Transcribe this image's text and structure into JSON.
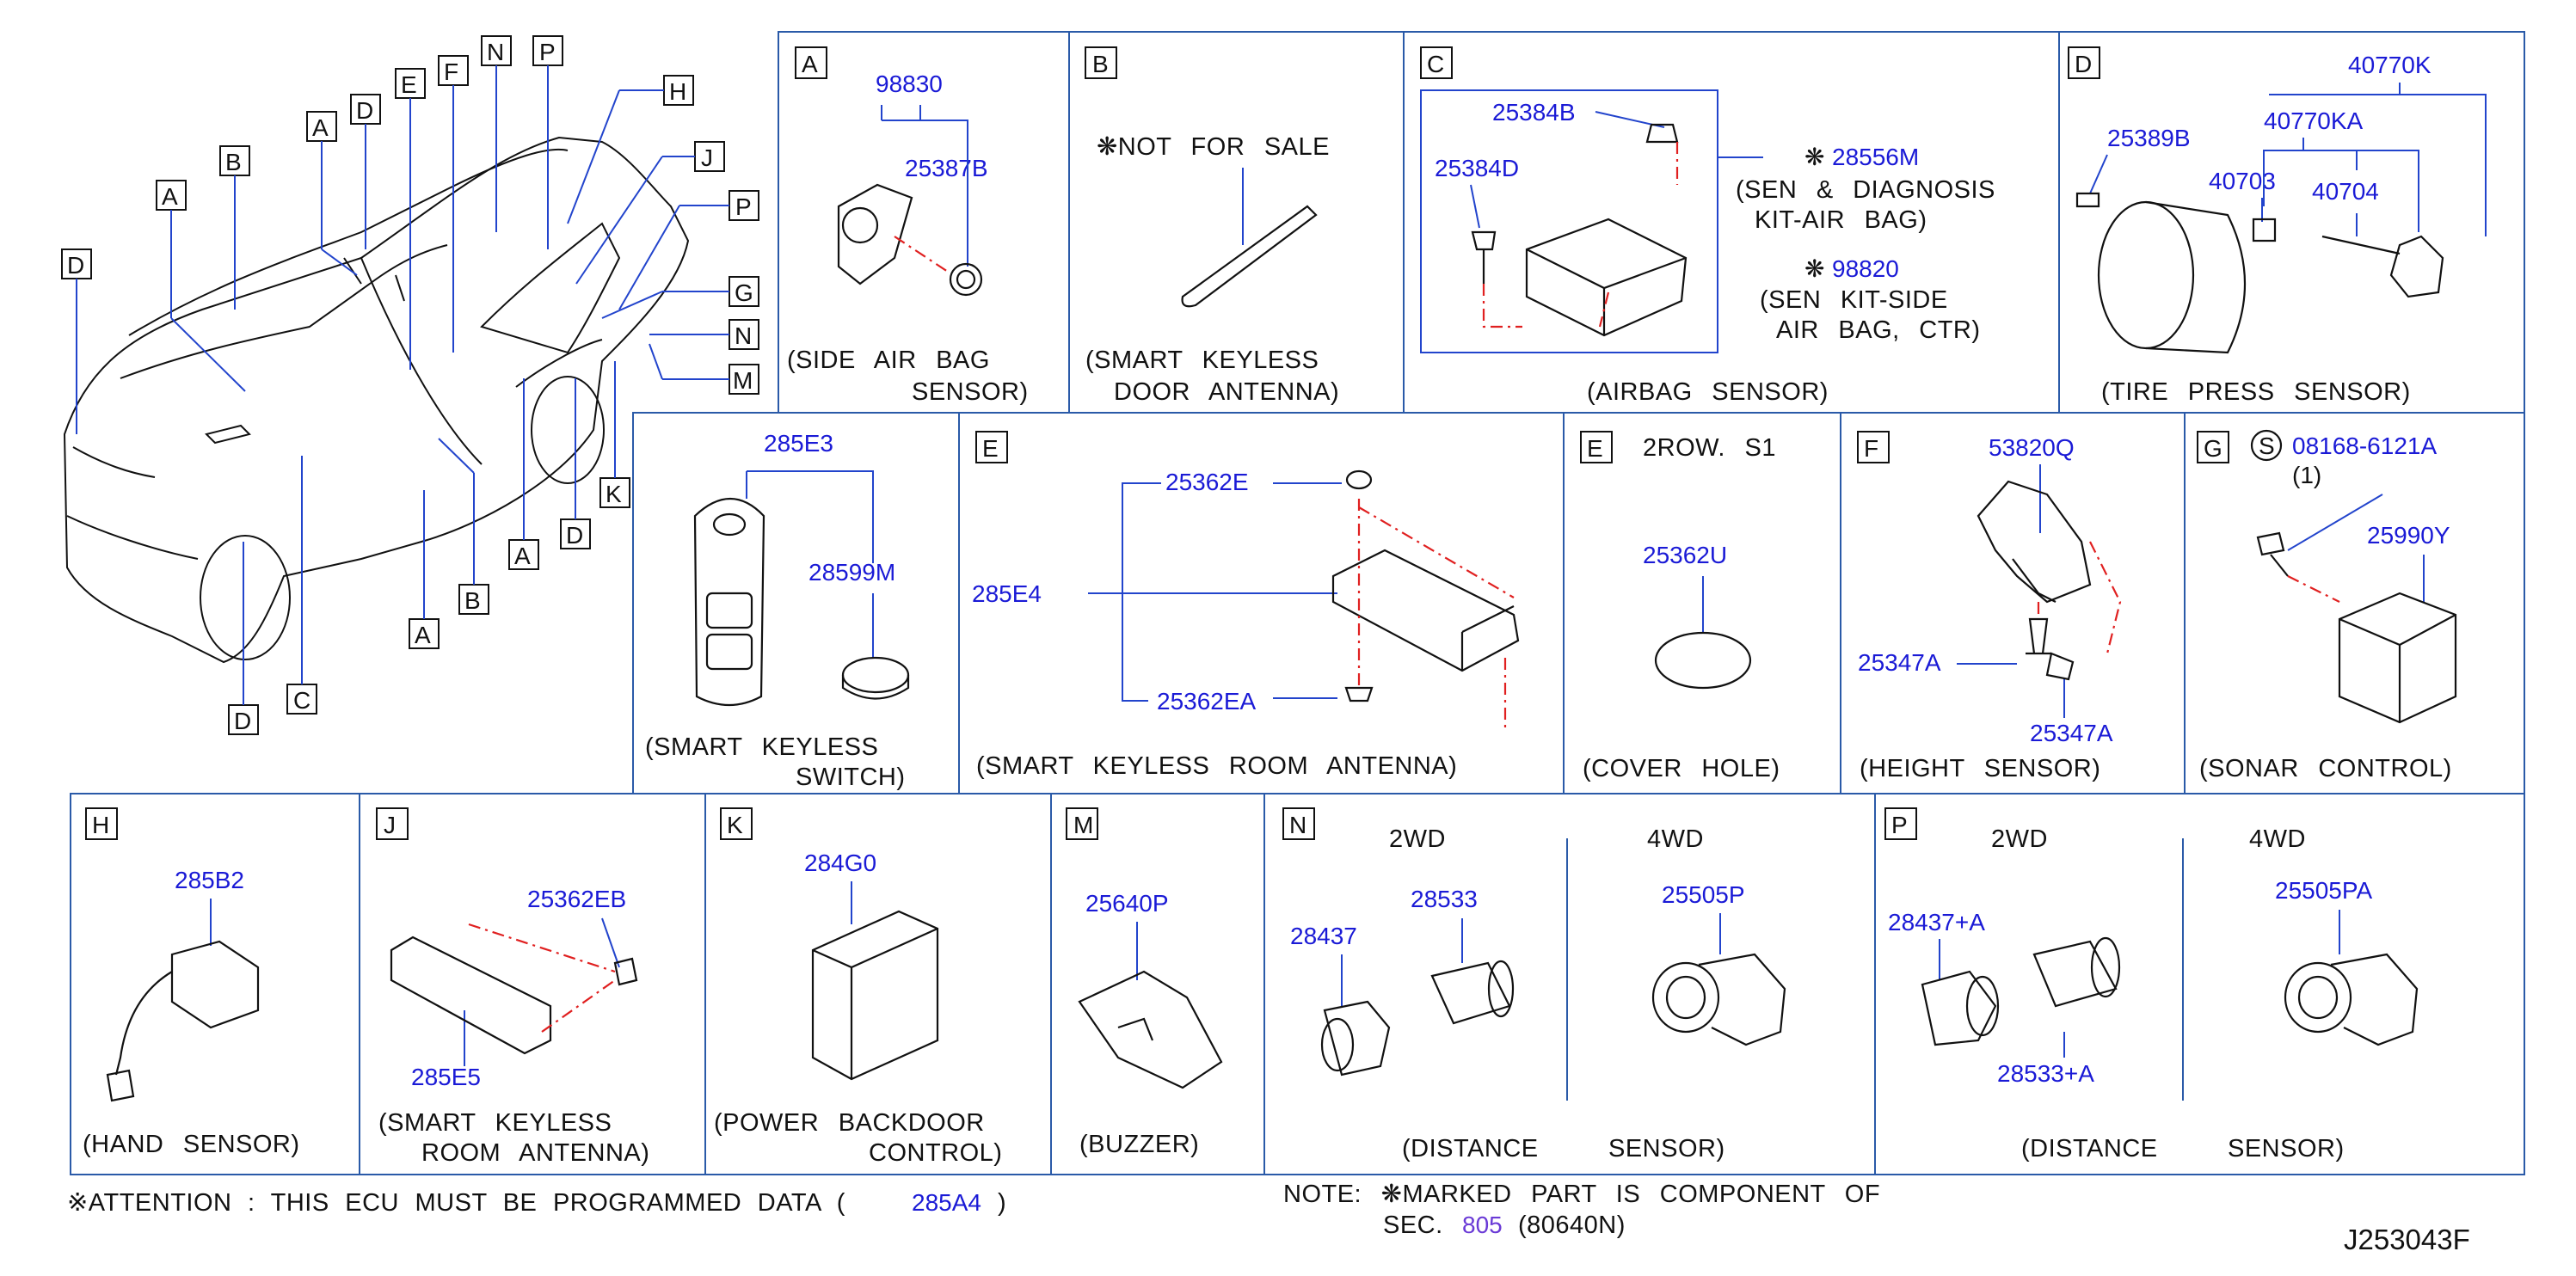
{
  "colors": {
    "part_number": "#1a1ad6",
    "cell_border": "#2a5aa8",
    "leader": "#2244cc",
    "dash": "#e02020"
  },
  "overview": {
    "callouts": [
      "D",
      "A",
      "B",
      "A",
      "D",
      "E",
      "F",
      "N",
      "P",
      "H",
      "J",
      "P",
      "G",
      "N",
      "M",
      "K",
      "D",
      "A",
      "B",
      "A",
      "D",
      "C"
    ]
  },
  "sections": {
    "A": {
      "letter": "A",
      "parts": [
        "98830",
        "25387B"
      ],
      "caption1": "(SIDE  AIR  BAG",
      "caption2": "SENSOR)"
    },
    "B": {
      "letter": "B",
      "note": "❋NOT  FOR  SALE",
      "caption1": "(SMART  KEYLESS",
      "caption2": "DOOR  ANTENNA)"
    },
    "C": {
      "letter": "C",
      "parts": [
        "25384B",
        "25384D",
        "28556M",
        "98820"
      ],
      "mark1": "❋",
      "mark2": "❋",
      "text1": "(SEN  &  DIAGNOSIS",
      "text2": "KIT-AIR  BAG)",
      "text3": "(SEN  KIT-SIDE",
      "text4": "AIR  BAG,  CTR)",
      "caption1": "(AIRBAG  SENSOR)"
    },
    "D": {
      "letter": "D",
      "parts": [
        "40770K",
        "25389B",
        "40770KA",
        "40703",
        "40704"
      ],
      "caption1": "(TIRE  PRESS  SENSOR)"
    },
    "SW": {
      "parts": [
        "285E3",
        "28599M"
      ],
      "caption1": "(SMART  KEYLESS",
      "caption2": "SWITCH)"
    },
    "E": {
      "letter": "E",
      "parts": [
        "25362E",
        "285E4",
        "25362EA"
      ],
      "caption1": "(SMART  KEYLESS  ROOM  ANTENNA)"
    },
    "E2": {
      "letter": "E",
      "note": "2ROW.  S1",
      "parts": [
        "25362U"
      ],
      "caption1": "(COVER  HOLE)"
    },
    "F": {
      "letter": "F",
      "parts": [
        "53820Q",
        "25347A",
        "25347A"
      ],
      "caption1": "(HEIGHT  SENSOR)"
    },
    "G": {
      "letter": "G",
      "s_mark": "S",
      "parts": [
        "08168-6121A",
        "25990Y"
      ],
      "qty": "(1)",
      "caption1": "(SONAR  CONTROL)"
    },
    "H": {
      "letter": "H",
      "parts": [
        "285B2"
      ],
      "caption1": "(HAND  SENSOR)"
    },
    "J": {
      "letter": "J",
      "parts": [
        "25362EB",
        "285E5"
      ],
      "caption1": "(SMART  KEYLESS",
      "caption2": "ROOM  ANTENNA)"
    },
    "K": {
      "letter": "K",
      "parts": [
        "284G0"
      ],
      "caption1": "(POWER  BACKDOOR",
      "caption2": "CONTROL)"
    },
    "M": {
      "letter": "M",
      "parts": [
        "25640P"
      ],
      "caption1": "(BUZZER)"
    },
    "N": {
      "letter": "N",
      "sub1": "2WD",
      "sub2": "4WD",
      "parts": [
        "28437",
        "28533",
        "25505P"
      ],
      "caption1": "(DISTANCE",
      "caption2": "SENSOR)"
    },
    "P": {
      "letter": "P",
      "sub1": "2WD",
      "sub2": "4WD",
      "parts": [
        "28437+A",
        "28533+A",
        "25505PA"
      ],
      "caption1": "(DISTANCE",
      "caption2": "SENSOR)"
    }
  },
  "footer": {
    "attention_prefix": "※ATTENTION  :  THIS  ECU  MUST  BE  PROGRAMMED  DATA  (",
    "attention_part": "285A4",
    "attention_suffix": ")",
    "note1": "NOTE:  ❋MARKED  PART  IS  COMPONENT  OF",
    "note2_prefix": "SEC.",
    "note2_sec": "805",
    "note2_suffix": "(80640N)",
    "diagram_id": "J253043F"
  }
}
